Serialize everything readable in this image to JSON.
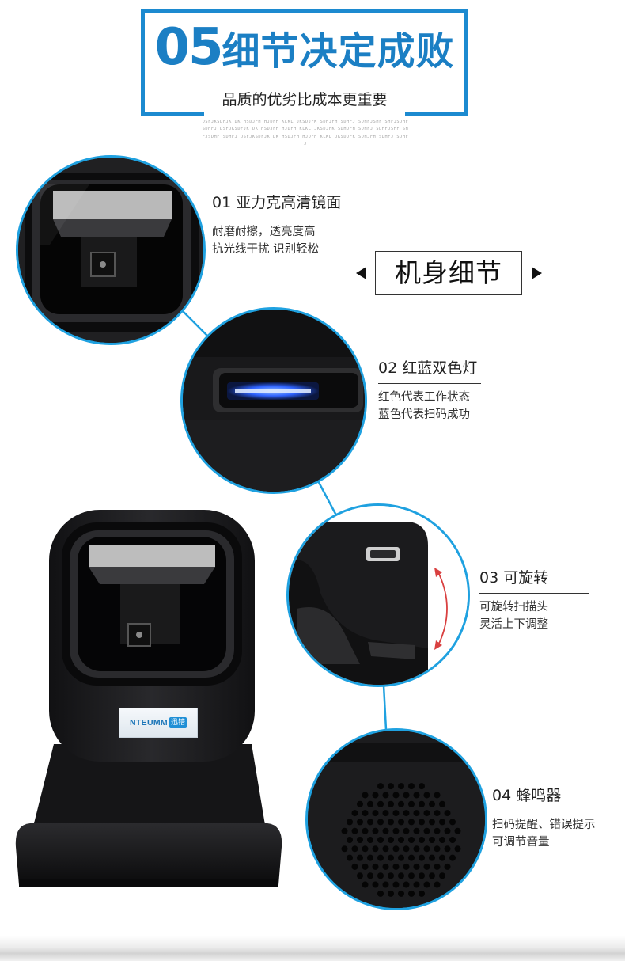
{
  "header": {
    "number": "05",
    "title": "细节决定成败",
    "subtitle": "品质的优劣比成本更重要",
    "filler_text": "DSFJKSDFJK DK HSDJFH HJDFH KLKL JKSDJFK SDHJFH SDHFJ SDHFJSHF SHFJSDHF SDHFJ DSFJKSDFJK DK HSDJFH HJDFH KLKL JKSDJFK SDHJFH SDHFJ SDHFJSHF SHFJSDHF SDHFJ DSFJKSDFJK DK HSDJFH HJDFH KLKL JKSDJFK SDHJFH SDHFJ SDHFJ"
  },
  "tag": {
    "label": "机身细节"
  },
  "features": [
    {
      "title": "01 亚力克高清镜面",
      "line1": "耐磨耐擦，透亮度高",
      "line2": "抗光线干扰 识别轻松"
    },
    {
      "title": "02 红蓝双色灯",
      "line1": "红色代表工作状态",
      "line2": "蓝色代表扫码成功"
    },
    {
      "title": "03 可旋转",
      "line1": "可旋转扫描头",
      "line2": "灵活上下调整"
    },
    {
      "title": "04 蜂鸣器",
      "line1": "扫码提醒、错误提示",
      "line2": "可调节音量"
    }
  ],
  "product": {
    "brand": "NTEUMM",
    "brand_cn": "迅锫"
  },
  "colors": {
    "accent_blue": "#1c8ad0",
    "circle_border": "#1fa1e0",
    "rotate_arrow": "#d94040",
    "device_black": "#1a1a1c"
  },
  "icons": [
    "triangle-left-icon",
    "triangle-right-icon",
    "rotate-arrow-icon"
  ]
}
